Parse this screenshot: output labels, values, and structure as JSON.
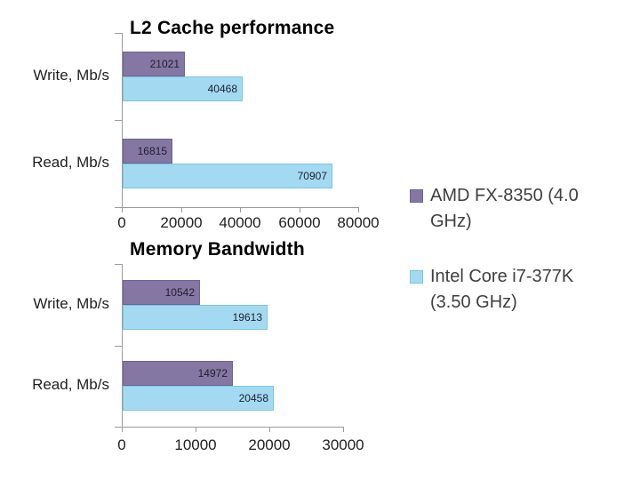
{
  "page": {
    "background": "#ffffff"
  },
  "colors": {
    "amd_fill": "#8577A4",
    "amd_border": "#6F6292",
    "intel_fill": "#A3DAF2",
    "intel_border": "#7CC4E2",
    "axis_line": "#9B9B9B",
    "title_text": "#000000",
    "axis_text": "#1F1F1F",
    "legend_text": "#3F3F3F",
    "data_label_text": "#1E1E2E"
  },
  "legend": {
    "items": [
      {
        "series": "amd",
        "label": "AMD FX-8350 (4.0 GHz)"
      },
      {
        "series": "intel",
        "label": "Intel Core i7-377K (3.50 GHz)"
      }
    ]
  },
  "chart_data": [
    {
      "type": "bar",
      "orientation": "horizontal",
      "title": "L2 Cache performance",
      "categories": [
        "Write, Mb/s",
        "Read, Mb/s"
      ],
      "series": [
        {
          "key": "amd",
          "name": "AMD FX-8350 (4.0 GHz)",
          "values": [
            21021,
            16815
          ]
        },
        {
          "key": "intel",
          "name": "Intel Core i7-377K (3.50 GHz)",
          "values": [
            40468,
            70907
          ]
        }
      ],
      "xlim": [
        0,
        80000
      ],
      "xticks": [
        0,
        20000,
        40000,
        60000,
        80000
      ],
      "grid": false,
      "legend_position": "right",
      "data_labels": true
    },
    {
      "type": "bar",
      "orientation": "horizontal",
      "title": "Memory Bandwidth",
      "categories": [
        "Write, Mb/s",
        "Read, Mb/s"
      ],
      "series": [
        {
          "key": "amd",
          "name": "AMD FX-8350 (4.0 GHz)",
          "values": [
            10542,
            14972
          ]
        },
        {
          "key": "intel",
          "name": "Intel Core i7-377K (3.50 GHz)",
          "values": [
            19613,
            20458
          ]
        }
      ],
      "xlim": [
        0,
        30000
      ],
      "xticks": [
        0,
        10000,
        20000,
        30000
      ],
      "grid": false,
      "legend_position": "right",
      "data_labels": true
    }
  ]
}
